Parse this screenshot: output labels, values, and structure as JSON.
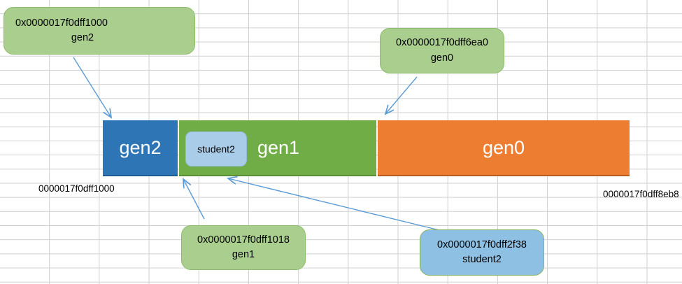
{
  "diagram": {
    "title": "memory-layout-generations",
    "colors": {
      "gen2_block": "#2E75B6",
      "gen1_block": "#70AD47",
      "gen0_block": "#ED7D31",
      "student2_block": "#A9CCE8",
      "callout_green": "#A9CE8E",
      "callout_blue": "#8EC0E4",
      "arrow": "#5B9BD5",
      "grid": "#D0D0D0"
    },
    "blocks": [
      {
        "name": "gen2",
        "label": "gen2"
      },
      {
        "name": "gen1",
        "label": "gen1"
      },
      {
        "name": "gen0",
        "label": "gen0"
      },
      {
        "name": "student2",
        "label": "student2"
      }
    ],
    "callouts": [
      {
        "name": "gen2",
        "address": "0x0000017f0dff1000",
        "symbol": "gen2"
      },
      {
        "name": "gen0",
        "address": "0x0000017f0dff6ea0",
        "symbol": "gen0"
      },
      {
        "name": "gen1",
        "address": "0x0000017f0dff1018",
        "symbol": "gen1"
      },
      {
        "name": "student2",
        "address": "0x0000017f0dff2f38",
        "symbol": "student2"
      }
    ],
    "axis_labels": {
      "left": "0000017f0dff1000",
      "right": "0000017f0dff8eb8"
    }
  }
}
